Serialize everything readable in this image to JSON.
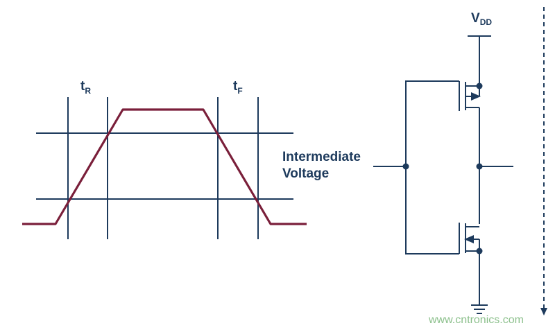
{
  "waveform": {
    "rise_label": {
      "main": "t",
      "sub": "R"
    },
    "fall_label": {
      "main": "t",
      "sub": "F"
    }
  },
  "circuit": {
    "supply_label": {
      "main": "V",
      "sub": "DD"
    },
    "intermediate_label": {
      "line1": "Intermediate",
      "line2": "Voltage"
    }
  },
  "watermark": {
    "text": "www.cntronics.com"
  },
  "colors": {
    "grid": "#1d3a5c",
    "signal": "#7a1f3a",
    "wire": "#1d3a5c",
    "text": "#1d3a5c"
  }
}
